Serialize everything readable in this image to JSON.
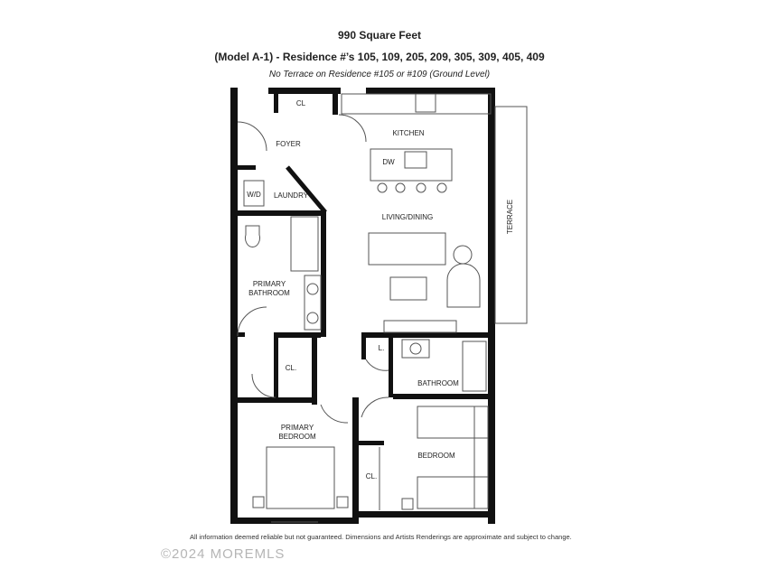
{
  "header": {
    "title": "990 Square Feet",
    "subtitle": "(Model A-1) - Residence #’s 105, 109, 205, 209, 305, 309, 405, 409",
    "note": "No Terrace on Residence #105 or #109 (Ground Level)"
  },
  "rooms": {
    "cl_top": "CL",
    "foyer": "FOYER",
    "kitchen": "KITCHEN",
    "dw": "DW",
    "wd": "W/D",
    "laundry": "LAUNDRY",
    "living": "LIVING/DINING",
    "terrace": "TERRACE",
    "primary_bath_1": "PRIMARY",
    "primary_bath_2": "BATHROOM",
    "cl_mid": "CL.",
    "linen": "L.",
    "bathroom": "BATHROOM",
    "primary_bed_1": "PRIMARY",
    "primary_bed_2": "BEDROOM",
    "bedroom": "BEDROOM",
    "cl_bed": "CL."
  },
  "footer": {
    "disclaimer": "All information deemed reliable but not guaranteed. Dimensions and Artists Renderings are approximate and subject to change.",
    "watermark": "©2024 MOREMLS"
  },
  "colors": {
    "wall": "#111111",
    "line": "#555555"
  }
}
